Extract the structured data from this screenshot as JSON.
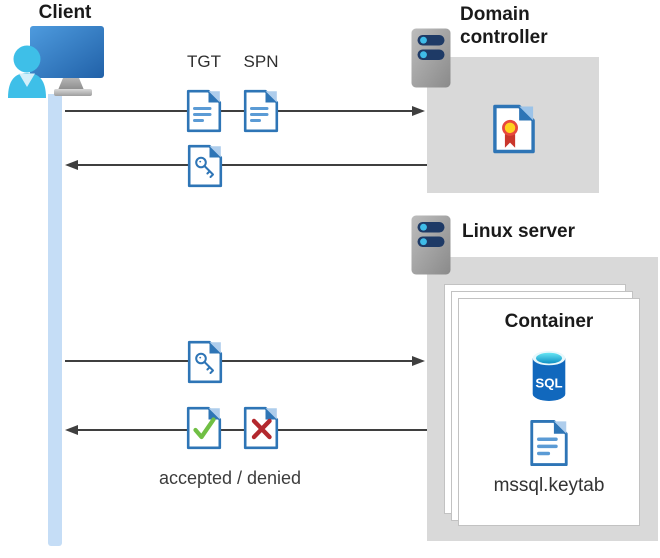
{
  "client": {
    "label": "Client"
  },
  "domain_controller": {
    "label": "Domain controller"
  },
  "linux_server": {
    "label": "Linux server"
  },
  "container": {
    "label": "Container",
    "sql_badge": "SQL",
    "keytab_file": "mssql.keytab"
  },
  "labels": {
    "tgt": "TGT",
    "spn": "SPN",
    "accepted_denied": "accepted / denied"
  },
  "icons": {
    "client": "user-at-monitor-icon",
    "server": "server-tower-icon",
    "certificate": "certificate-document-icon",
    "ticket_document": "text-document-icon",
    "key_document": "key-ticket-document-icon",
    "accepted_document": "check-document-icon",
    "denied_document": "cross-document-icon",
    "sql": "sql-database-cylinder-icon",
    "keytab_document": "keytab-file-document-icon"
  },
  "colors": {
    "doc_blue": "#2E75B6",
    "doc_light": "#AECDEC",
    "line_blue": "#5B9BD5",
    "arrow": "#3F3F3F",
    "box_gray": "#D9D9D9",
    "lifeline": "#C5DDF6",
    "green": "#70BF44",
    "red": "#B3282E",
    "sql_blue": "#1168BD",
    "ink": "#1A1A1A",
    "text_gray": "#3C3C3C"
  }
}
